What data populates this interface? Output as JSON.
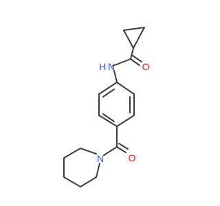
{
  "colors": {
    "bond": "#3b3b3b",
    "oxygen": "#ff0d0d",
    "nitrogen": "#3050f8",
    "background": "#ffffff"
  },
  "labels": {
    "amide_nh": "N",
    "amide_h": "H",
    "amide_o": "O",
    "ketone_o": "O",
    "piperidine_n": "N"
  }
}
